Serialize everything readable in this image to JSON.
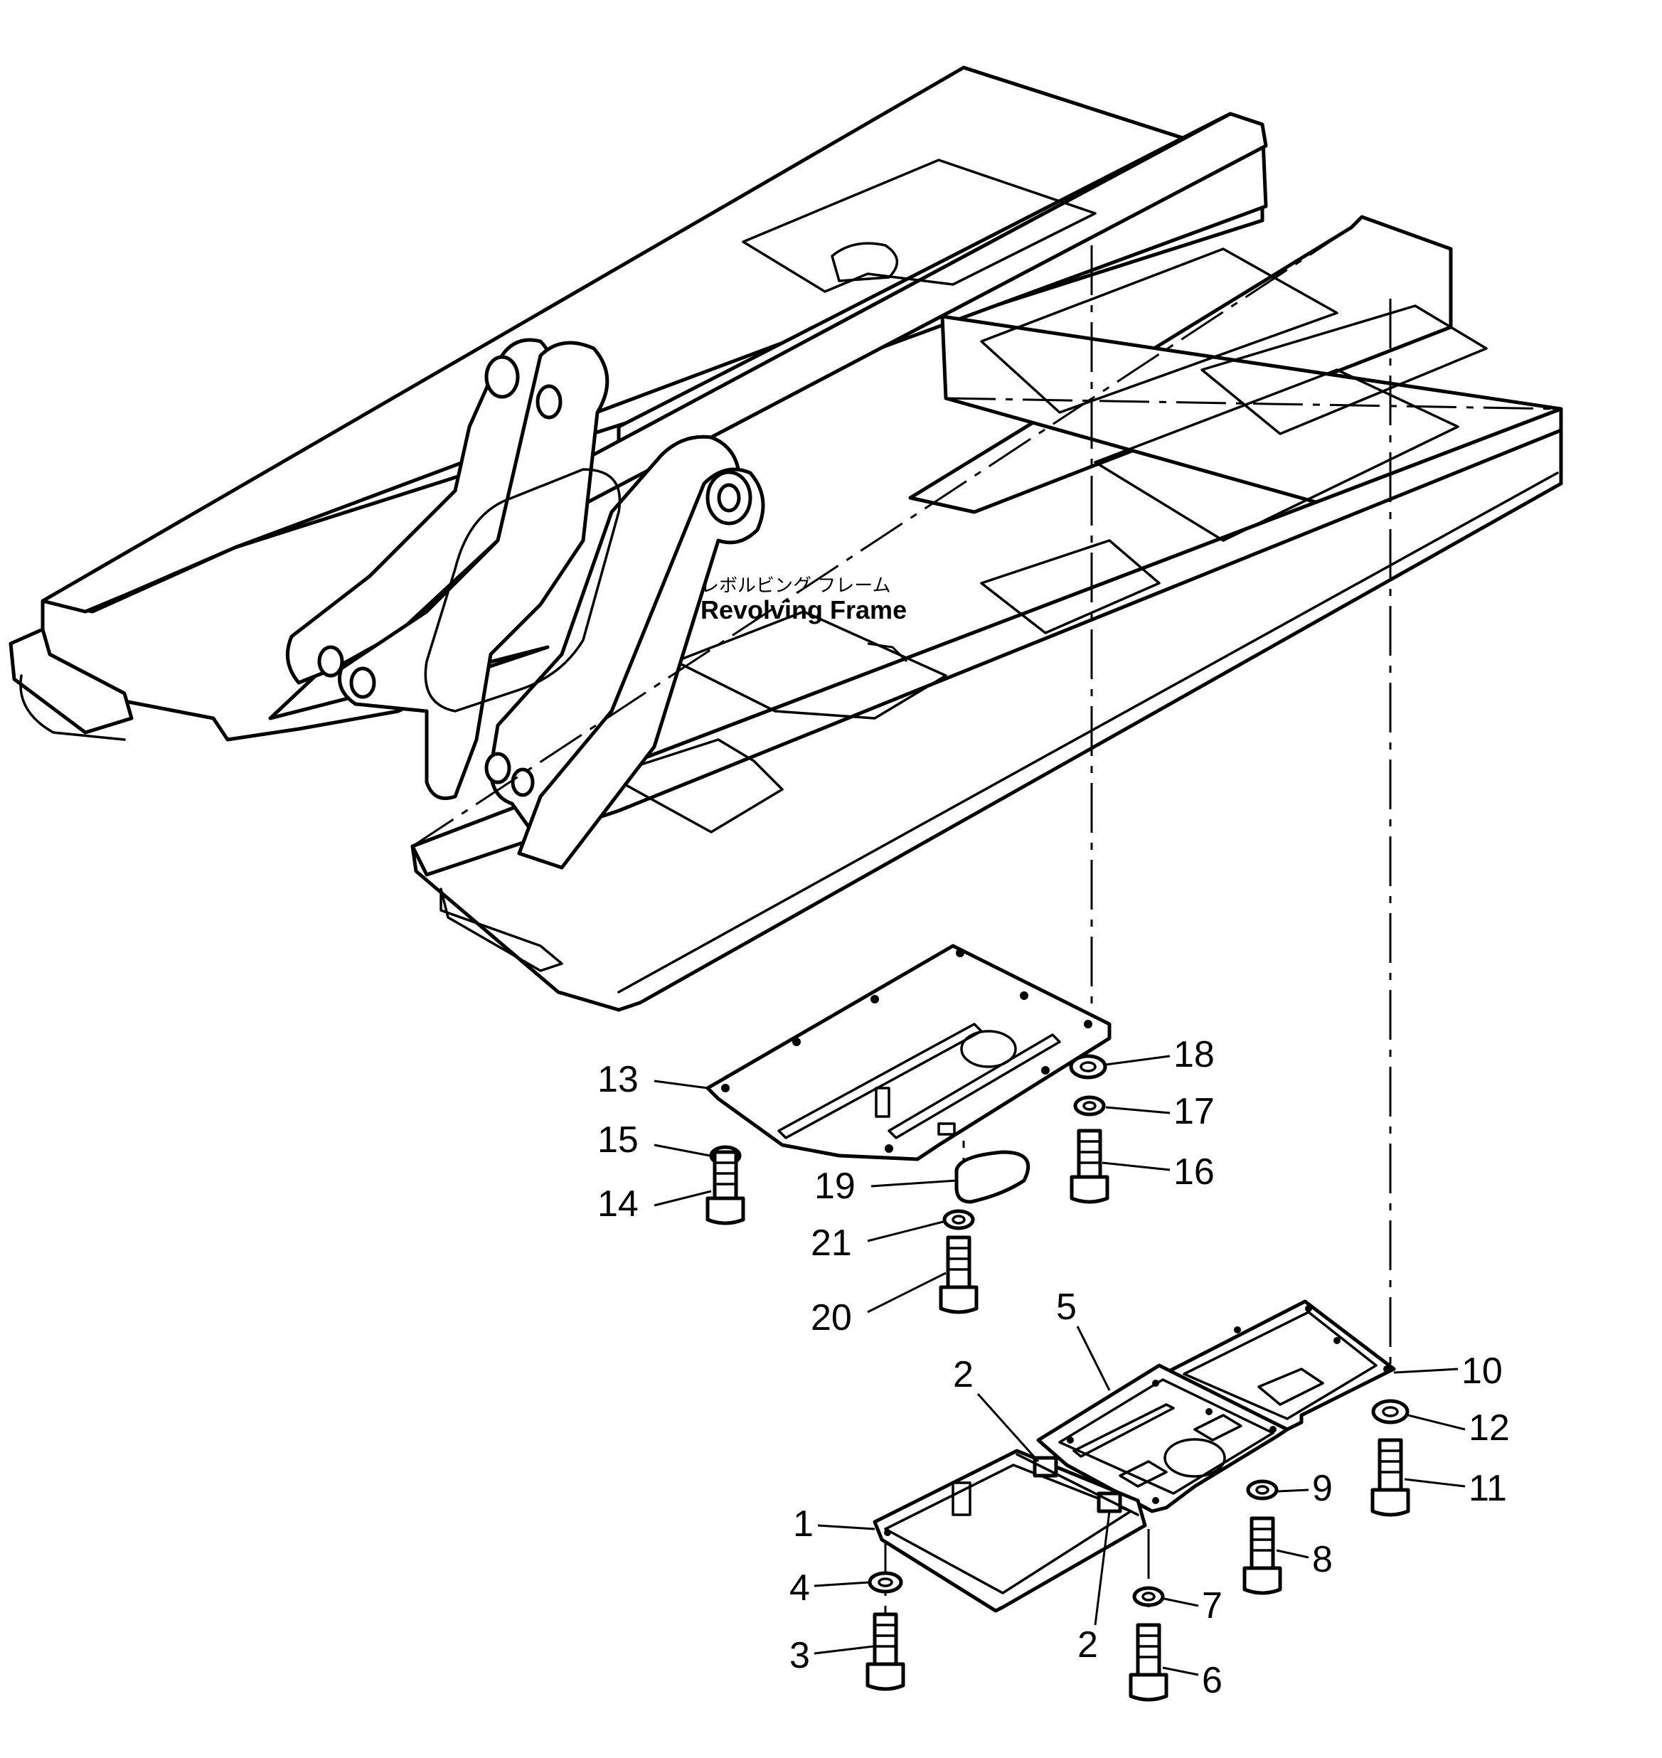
{
  "frame_label": {
    "japanese": "レボルビング フレーム",
    "english": "Revolving Frame"
  },
  "callouts": [
    "1",
    "2",
    "2",
    "3",
    "4",
    "5",
    "6",
    "7",
    "8",
    "9",
    "10",
    "11",
    "12",
    "13",
    "14",
    "15",
    "16",
    "17",
    "18",
    "19",
    "20",
    "21"
  ]
}
